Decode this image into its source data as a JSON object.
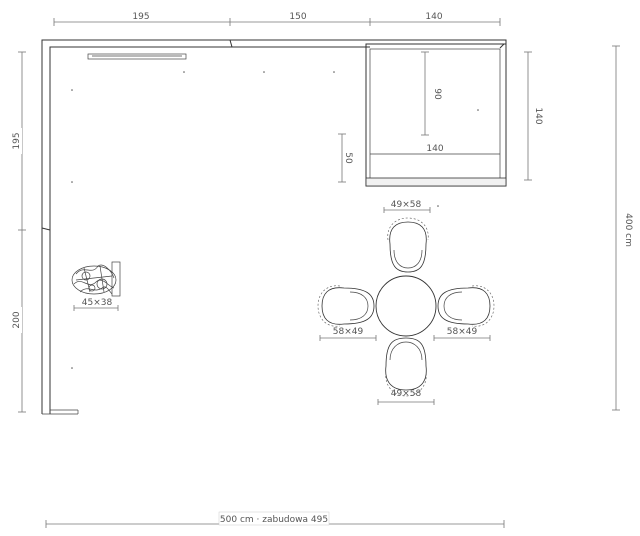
{
  "dimensions": {
    "top_segments": [
      "195",
      "150",
      "140"
    ],
    "left_upper": "195",
    "left_lower": "200",
    "right_total": "400 cm",
    "bottom_total": "500 cm · zabudowa 495",
    "inner_vertical": "90",
    "inner_right": "140",
    "inner_horizontal": "140",
    "inner_small": "50"
  },
  "furniture": {
    "plant_label": "45×38",
    "chair_top_label": "49×58",
    "chair_bottom_label": "49×58",
    "chair_left_label": "58×49",
    "chair_right_label": "58×49"
  },
  "colors": {
    "line": "#333333",
    "dimension": "#777777",
    "text": "#555555"
  }
}
